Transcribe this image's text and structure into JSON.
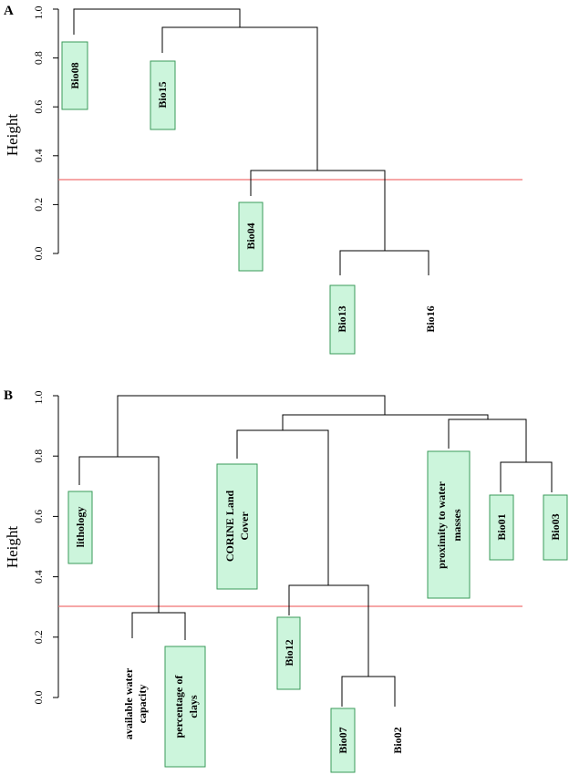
{
  "chart_data": [
    {
      "type": "dendrogram",
      "panel_label": "A",
      "ylabel": "Height",
      "ylim": [
        0.0,
        1.0
      ],
      "yticks": [
        "0.0",
        "0.2",
        "0.4",
        "0.6",
        "0.8",
        "1.0"
      ],
      "cut_height": 0.3,
      "leaves": [
        {
          "label": [
            "Bio08"
          ],
          "highlighted": true
        },
        {
          "label": [
            "Bio15"
          ],
          "highlighted": true
        },
        {
          "label": [
            "Bio04"
          ],
          "highlighted": true
        },
        {
          "label": [
            "Bio13"
          ],
          "highlighted": true
        },
        {
          "label": [
            "Bio16"
          ],
          "highlighted": false
        }
      ],
      "merges": [
        {
          "children": [
            "Bio13",
            "Bio16"
          ],
          "height": 0.01
        },
        {
          "children": [
            "Bio04",
            "Bio13+Bio16"
          ],
          "height": 0.34
        },
        {
          "children": [
            "Bio15",
            "Bio04+Bio13+Bio16"
          ],
          "height": 0.92
        },
        {
          "children": [
            "Bio08",
            "Bio15+Bio04+Bio13+Bio16"
          ],
          "height": 1.0
        }
      ]
    },
    {
      "type": "dendrogram",
      "panel_label": "B",
      "ylabel": "Height",
      "ylim": [
        0.0,
        1.0
      ],
      "yticks": [
        "0.0",
        "0.2",
        "0.4",
        "0.6",
        "0.8",
        "1.0"
      ],
      "cut_height": 0.3,
      "leaves": [
        {
          "label": [
            "lithology"
          ],
          "highlighted": true
        },
        {
          "label": [
            "available water",
            "capacity"
          ],
          "highlighted": false
        },
        {
          "label": [
            "percentage of",
            "clays"
          ],
          "highlighted": true
        },
        {
          "label": [
            "CORINE Land",
            "Cover"
          ],
          "highlighted": true
        },
        {
          "label": [
            "Bio12"
          ],
          "highlighted": true
        },
        {
          "label": [
            "Bio07"
          ],
          "highlighted": true
        },
        {
          "label": [
            "Bio02"
          ],
          "highlighted": false
        },
        {
          "label": [
            "proximity to water",
            "masses"
          ],
          "highlighted": true
        },
        {
          "label": [
            "Bio01"
          ],
          "highlighted": true
        },
        {
          "label": [
            "Bio03"
          ],
          "highlighted": true
        }
      ],
      "merges": [
        {
          "children": [
            "available water capacity",
            "percentage of clays"
          ],
          "height": 0.28
        },
        {
          "children": [
            "lithology",
            "available water capacity+percentage of clays"
          ],
          "height": 0.8
        },
        {
          "children": [
            "Bio07",
            "Bio02"
          ],
          "height": 0.07
        },
        {
          "children": [
            "Bio12",
            "Bio07+Bio02"
          ],
          "height": 0.37
        },
        {
          "children": [
            "CORINE Land Cover",
            "Bio12+Bio07+Bio02"
          ],
          "height": 0.89
        },
        {
          "children": [
            "Bio01",
            "Bio03"
          ],
          "height": 0.78
        },
        {
          "children": [
            "proximity to water masses",
            "Bio01+Bio03"
          ],
          "height": 0.92
        },
        {
          "children": [
            "CORINE cluster",
            "proximity cluster"
          ],
          "height": 0.94
        },
        {
          "children": [
            "lithology cluster",
            "remaining"
          ],
          "height": 1.0
        }
      ]
    }
  ],
  "colors": {
    "line": "#000000",
    "cut_line": "#f07070",
    "highlight_fill": "#ccf5dc",
    "highlight_border": "#3a9a5a"
  }
}
